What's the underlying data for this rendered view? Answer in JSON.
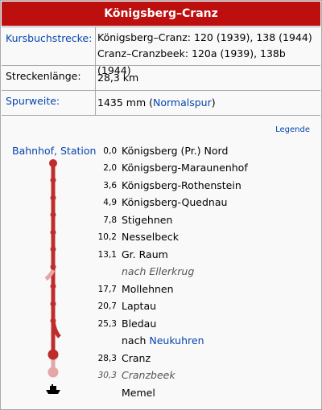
{
  "title": "Königsberg–Cranz",
  "rows": {
    "kursbuch_label": "Kursbuchstrecke:",
    "kursbuch_value_1": "Königsberg–Cranz: 120 (1939), 138 (1944)",
    "kursbuch_value_2": "Cranz–Cranzbeek: 120a (1939), 138b (1944)",
    "laenge_label": "Streckenlänge:",
    "laenge_value": "28,3 km",
    "spurweite_label": "Spurweite:",
    "spurweite_value": "1435 mm (",
    "spurweite_link": "Normalspur",
    "spurweite_close": ")"
  },
  "legende": "Legende",
  "bahnhof_header": "Bahnhof, Station",
  "stations": [
    {
      "km": "0,0",
      "name": "Königsberg (Pr.) Nord"
    },
    {
      "km": "2,0",
      "name": "Königsberg-Maraunenhof"
    },
    {
      "km": "3,6",
      "name": "Königsberg-Rothenstein"
    },
    {
      "km": "4,9",
      "name": "Königsberg-Quednau"
    },
    {
      "km": "7,8",
      "name": "Stigehnen"
    },
    {
      "km": "10,2",
      "name": "Nesselbeck"
    },
    {
      "km": "13,1",
      "name": "Gr. Raum"
    },
    {
      "km": "",
      "name": "nach Ellerkrug"
    },
    {
      "km": "17,7",
      "name": "Mollehnen"
    },
    {
      "km": "20,7",
      "name": "Laptau"
    },
    {
      "km": "25,3",
      "name": "Bledau"
    },
    {
      "km": "",
      "name_prefix": "nach ",
      "name_link": "Neukuhren"
    },
    {
      "km": "28,3",
      "name": "Cranz"
    },
    {
      "km": "30,3",
      "name": "Cranzbeek"
    },
    {
      "km": "",
      "name": "Memel"
    }
  ],
  "colors": {
    "title_bg": "#be0f0f",
    "line": "#be2d2c",
    "line_faded": "#e4a6a6",
    "link": "#0645ad"
  },
  "icons": {
    "ship": "ship-icon"
  }
}
